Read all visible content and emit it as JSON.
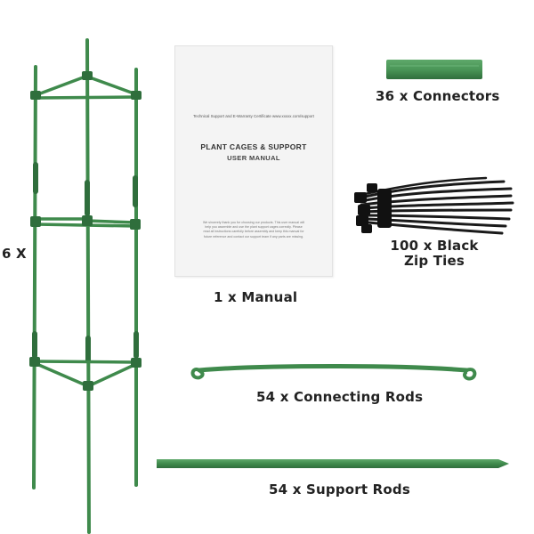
{
  "labels": {
    "cage_count": "6 X",
    "connectors": "36 x Connectors",
    "zip_ties_line1": "100 x Black",
    "zip_ties_line2": "Zip Ties",
    "manual": "1 x Manual",
    "connecting_rods": "54 x Connecting Rods",
    "support_rods": "54 x Support Rods"
  },
  "manual": {
    "support_line": "Technical Support and E-Warranty Certificate www.xxxxx.com/support",
    "title": "PLANT CAGES & SUPPORT",
    "subtitle": "USER MANUAL",
    "fine_print": "We sincerely thank you for choosing our products. This user manual will help you assemble and use the plant support cages correctly. Please read all instructions carefully before assembly and keep this manual for future reference and contact our support team if any parts are missing."
  },
  "colors": {
    "rod_green": "#3f8a4c",
    "rod_dark": "#2f6e3c",
    "rod_light": "#5ea86a",
    "zip_black": "#1a1a1a",
    "text": "#222222"
  },
  "icons": {
    "cage": "plant-cage-illustration",
    "connector": "connector-tube",
    "zip_ties": "zip-tie-bundle",
    "connecting_rod": "hooked-connecting-rod",
    "support_rod": "support-rod"
  }
}
